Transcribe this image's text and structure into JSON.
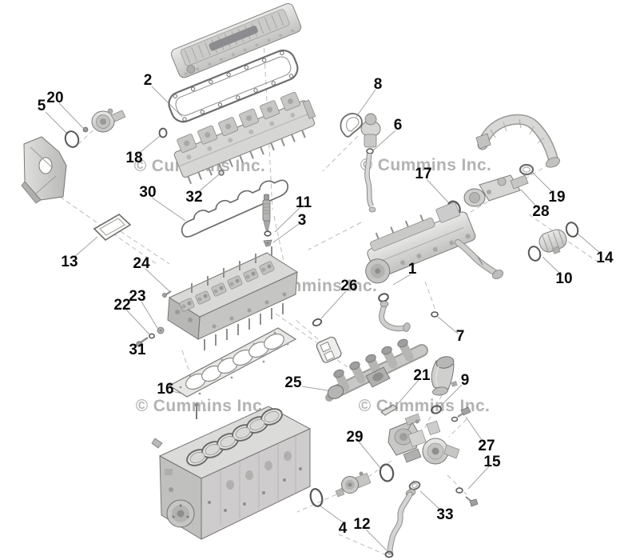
{
  "watermark": {
    "text": "© Cummins Inc."
  },
  "callouts": [
    {
      "n": "1"
    },
    {
      "n": "2"
    },
    {
      "n": "3"
    },
    {
      "n": "4"
    },
    {
      "n": "5"
    },
    {
      "n": "6"
    },
    {
      "n": "7"
    },
    {
      "n": "8"
    },
    {
      "n": "9"
    },
    {
      "n": "10"
    },
    {
      "n": "11"
    },
    {
      "n": "12"
    },
    {
      "n": "13"
    },
    {
      "n": "14"
    },
    {
      "n": "15"
    },
    {
      "n": "16"
    },
    {
      "n": "17"
    },
    {
      "n": "18"
    },
    {
      "n": "19"
    },
    {
      "n": "20"
    },
    {
      "n": "21"
    },
    {
      "n": "22"
    },
    {
      "n": "23"
    },
    {
      "n": "24"
    },
    {
      "n": "25"
    },
    {
      "n": "26"
    },
    {
      "n": "27"
    },
    {
      "n": "28"
    },
    {
      "n": "29"
    },
    {
      "n": "30"
    },
    {
      "n": "31"
    },
    {
      "n": "32"
    },
    {
      "n": "33"
    }
  ]
}
